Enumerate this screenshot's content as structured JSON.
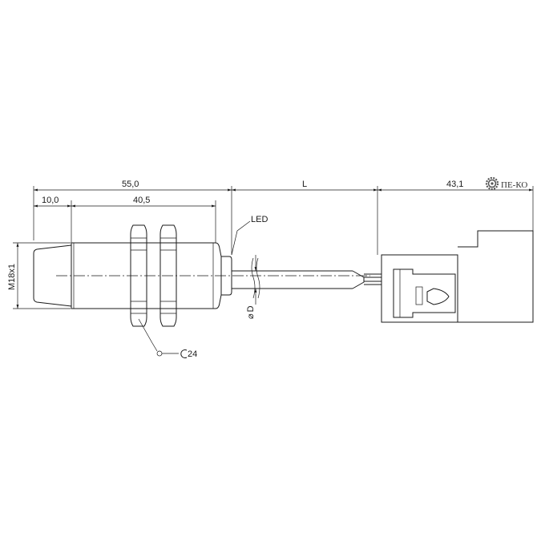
{
  "dimensions": {
    "overall_length": "55,0",
    "sensing_face_length": "10,0",
    "thread_length": "40,5",
    "cable_length": "L",
    "connector_length": "43,1",
    "thread_size": "M18x1",
    "cable_diameter": "D",
    "wrench_size": "24"
  },
  "labels": {
    "led": "LED",
    "diameter_symbol": "⌀"
  },
  "logo": {
    "text": "ПЕ-КО",
    "icon": "gear-icon"
  }
}
